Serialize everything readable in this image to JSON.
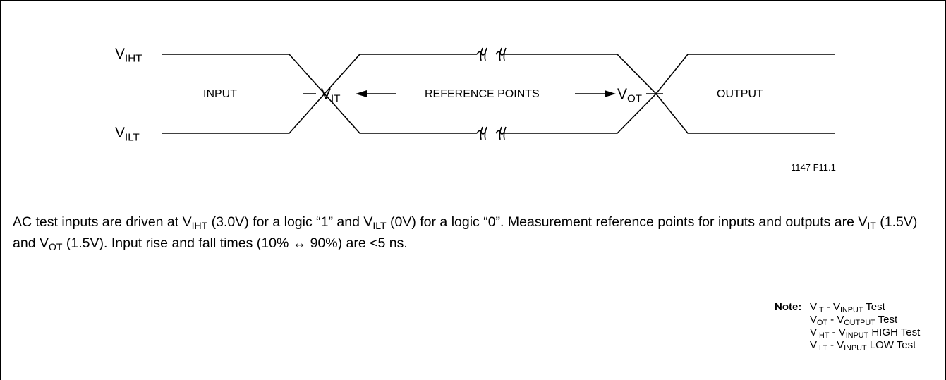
{
  "diagram": {
    "v_iht": {
      "main": "V",
      "sub": "IHT"
    },
    "v_ilt": {
      "main": "V",
      "sub": "ILT"
    },
    "v_it": {
      "main": "V",
      "sub": "IT"
    },
    "v_ot": {
      "main": "V",
      "sub": "OT"
    },
    "input_label": "INPUT",
    "output_label": "OUTPUT",
    "reference_points_label": "REFERENCE POINTS",
    "figure_id": "1147 F11.1"
  },
  "description": {
    "p1": "AC test inputs are driven at V",
    "s1": "IHT",
    "p2": " (3.0V) for a logic “1” and V",
    "s2": "ILT",
    "p3": " (0V) for a logic “0”. Measurement reference points for inputs and outputs are V",
    "s3": "IT",
    "p4": " (1.5V) and V",
    "s4": "OT",
    "p5": " (1.5V). Input rise and fall times (10% ↔ 90%) are <5 ns."
  },
  "note": {
    "heading": "Note:",
    "rows": [
      {
        "a": "V",
        "as": "IT",
        "b": " - V",
        "bs": "INPUT",
        "c": " Test"
      },
      {
        "a": "V",
        "as": "OT",
        "b": " - V",
        "bs": "OUTPUT",
        "c": " Test"
      },
      {
        "a": "V",
        "as": "IHT",
        "b": " - V",
        "bs": "INPUT",
        "c": " HIGH Test"
      },
      {
        "a": "V",
        "as": "ILT",
        "b": " - V",
        "bs": "INPUT",
        "c": " LOW Test"
      }
    ]
  }
}
